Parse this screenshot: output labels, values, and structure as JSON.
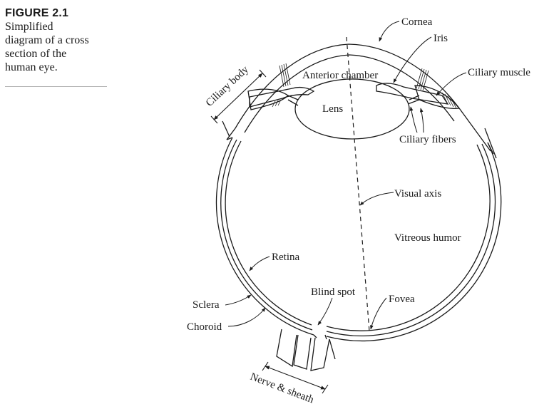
{
  "caption": {
    "figure_number": "FIGURE 2.1",
    "lines": [
      "Simplified",
      "diagram of a cross",
      "section of the",
      "human eye."
    ]
  },
  "labels": {
    "cornea": "Cornea",
    "iris": "Iris",
    "ciliary_muscle": "Ciliary muscle",
    "ciliary_body": "Ciliary body",
    "anterior_chamber": "Anterior chamber",
    "lens": "Lens",
    "ciliary_fibers": "Ciliary fibers",
    "visual_axis": "Visual axis",
    "vitreous_humor": "Vitreous humor",
    "retina": "Retina",
    "blind_spot": "Blind spot",
    "fovea": "Fovea",
    "sclera": "Sclera",
    "choroid": "Choroid",
    "nerve_sheath": "Nerve & sheath"
  }
}
